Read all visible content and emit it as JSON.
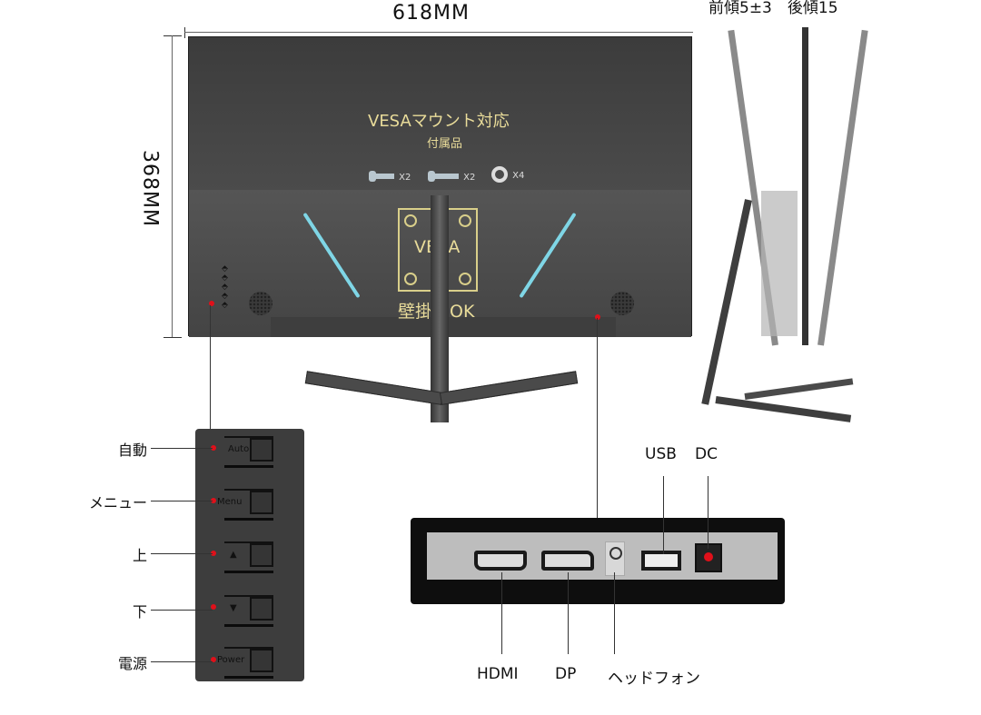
{
  "dimensions": {
    "width_label": "618MM",
    "height_label": "368MM",
    "tilt_label": "前傾5±3　後傾15"
  },
  "monitor_back": {
    "vesa_title": "VESAマウント対応",
    "accessories_label": "付属品",
    "accessories": [
      {
        "icon": "screw-icon",
        "qty": "X2"
      },
      {
        "icon": "screw-icon",
        "qty": "X2"
      },
      {
        "icon": "washer-icon",
        "qty": "X4"
      }
    ],
    "vesa_plate_label": "VESA",
    "wall_mount_label": "壁掛けOK",
    "accent_color": "#7fd6e6",
    "label_color": "#e9dc9a"
  },
  "button_panel": {
    "buttons": [
      {
        "label": "自動",
        "cap": "Auto"
      },
      {
        "label": "メニュー",
        "cap": "Menu"
      },
      {
        "label": "上",
        "cap": "▲"
      },
      {
        "label": "下",
        "cap": "▼"
      },
      {
        "label": "電源",
        "cap": "Power"
      }
    ]
  },
  "ports": {
    "top_labels": [
      "USB",
      "DC"
    ],
    "bottom_labels": [
      "HDMI",
      "DP",
      "ヘッドフォン"
    ]
  },
  "marker_color": "#e0101a"
}
